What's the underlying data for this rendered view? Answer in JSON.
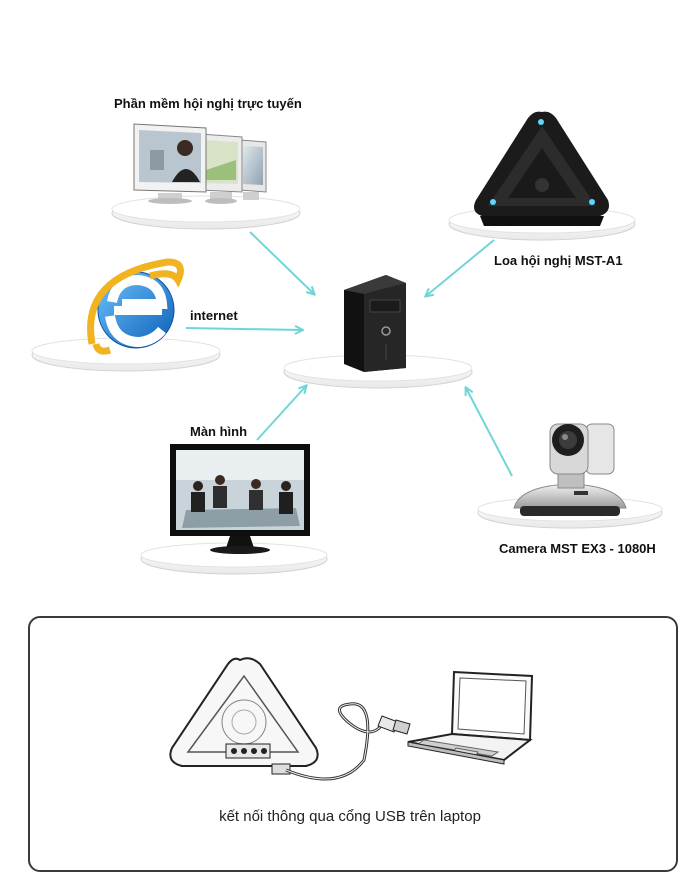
{
  "diagram": {
    "nodes": {
      "software": {
        "label": "Phần mềm hội nghị trực tuyến",
        "icon": "desktop-monitors-icon"
      },
      "speaker": {
        "label": "Loa hội nghị MST-A1",
        "icon": "conference-speaker-icon"
      },
      "internet": {
        "label": "internet",
        "icon": "internet-explorer-icon"
      },
      "computer": {
        "label": "",
        "icon": "desktop-tower-icon"
      },
      "monitor": {
        "label": "Màn hình",
        "icon": "monitor-icon"
      },
      "camera": {
        "label": "Camera MST EX3 - 1080H",
        "icon": "ptz-camera-icon"
      }
    },
    "edges": [
      {
        "from": "software",
        "to": "computer"
      },
      {
        "from": "speaker",
        "to": "computer"
      },
      {
        "from": "internet",
        "to": "computer"
      },
      {
        "from": "monitor",
        "to": "computer"
      },
      {
        "from": "camera",
        "to": "computer"
      }
    ],
    "arrow_color": "#6fd6d8",
    "usb_panel": {
      "caption": "kết nối thông qua cổng USB trên laptop",
      "icons": [
        "speaker-sketch-icon",
        "usb-cable-icon",
        "laptop-icon"
      ]
    }
  }
}
